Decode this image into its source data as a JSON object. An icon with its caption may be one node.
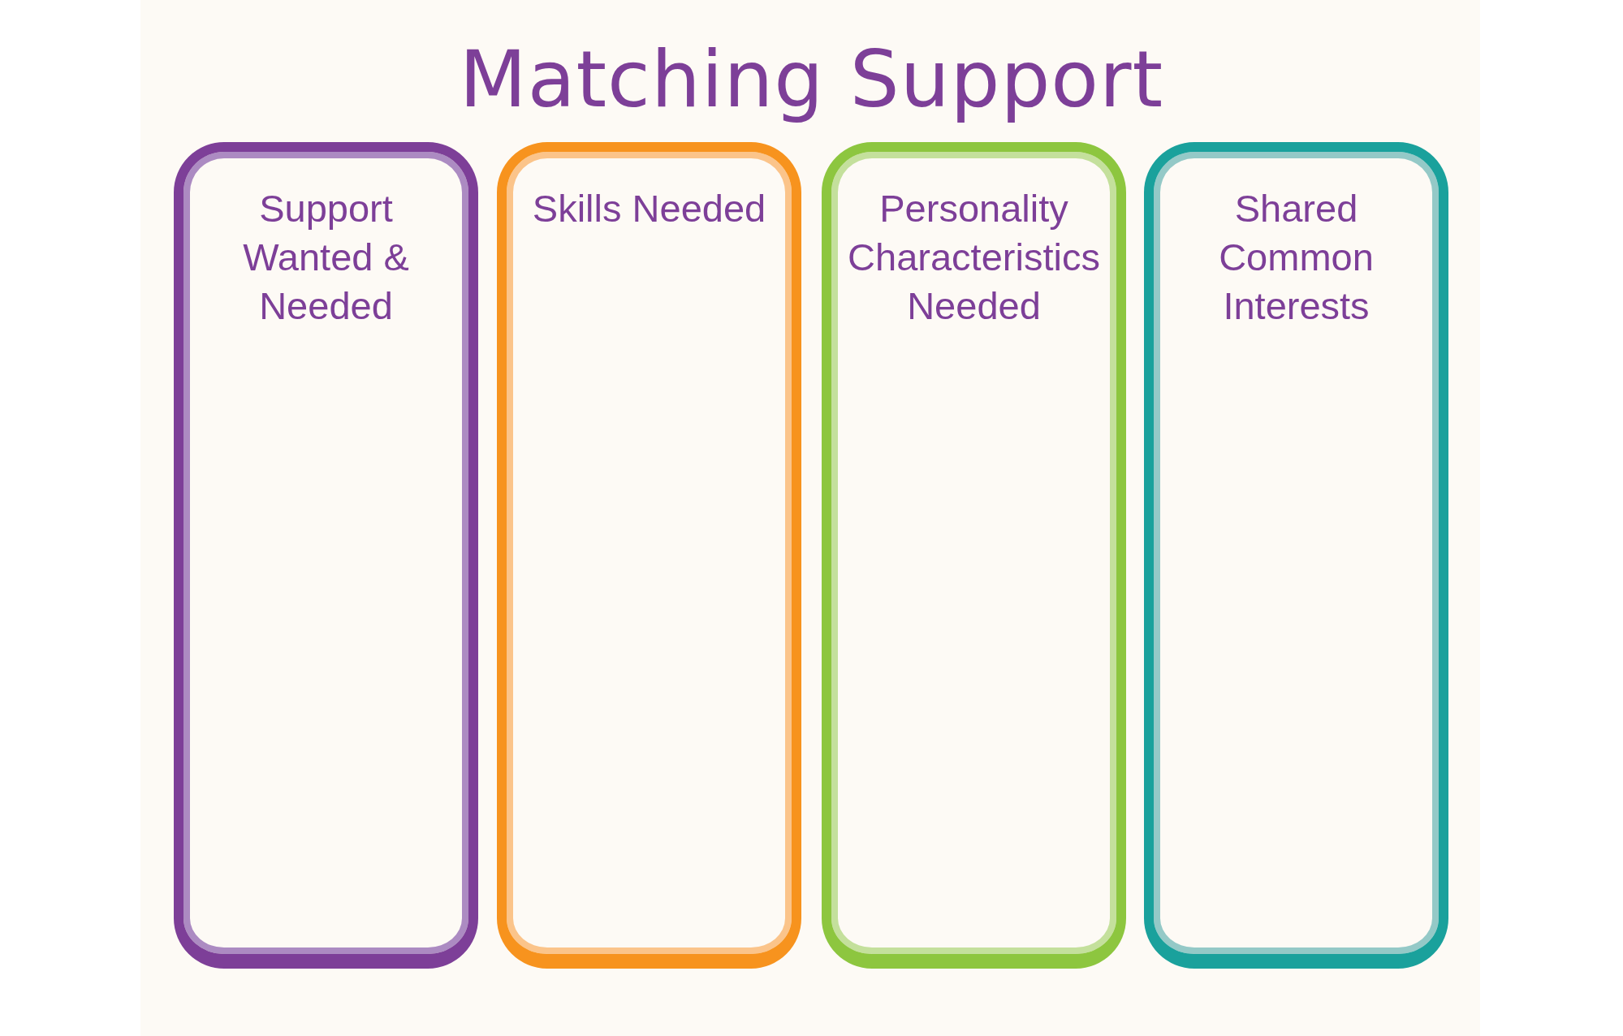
{
  "diagram": {
    "title": "Matching Support",
    "nodes": [
      {
        "text": [
          "Support Wanted & Needed"
        ]
      },
      {
        "text": [
          "Skills Needed"
        ]
      },
      {
        "text": [
          "Personality Characteristics Needed"
        ]
      },
      {
        "text": [
          "Shared Common Interests"
        ]
      }
    ]
  }
}
